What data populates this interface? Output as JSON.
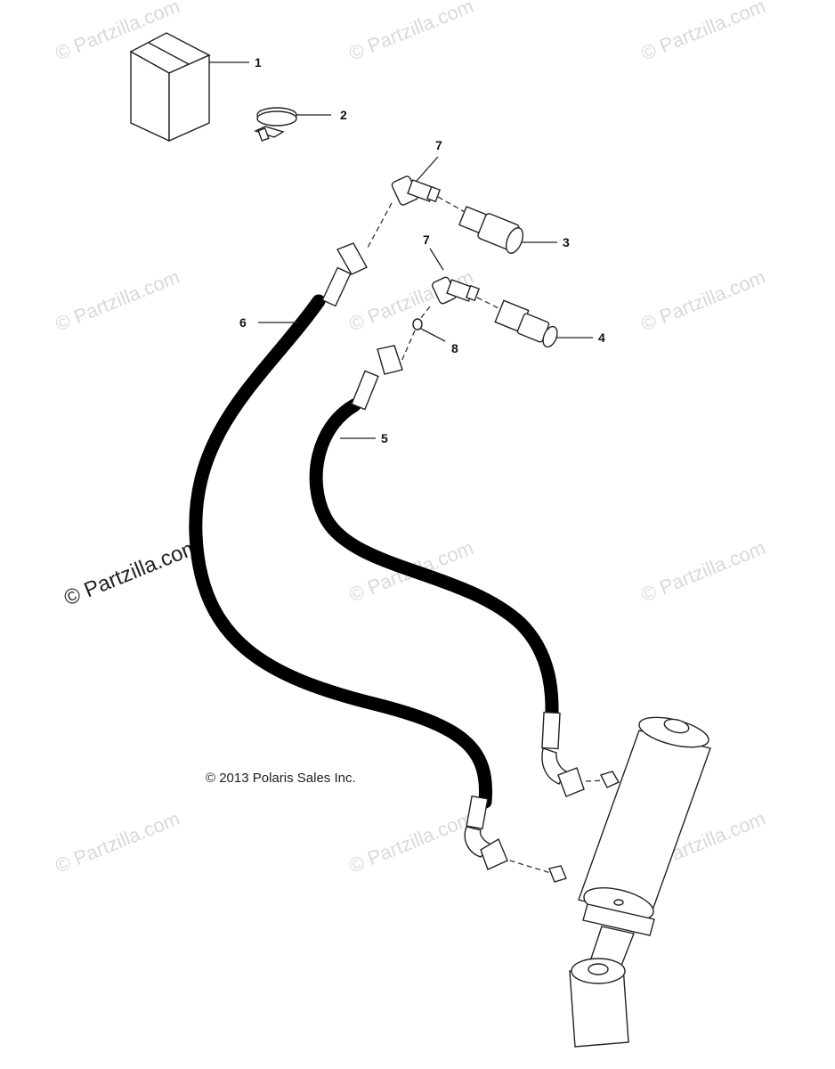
{
  "watermark": "© Partzilla.com",
  "watermark_large": "© Partzilla.com",
  "copyright": "© 2013 Polaris Sales Inc.",
  "callouts": {
    "c1": "1",
    "c2": "2",
    "c3": "3",
    "c4": "4",
    "c5": "5",
    "c6": "6",
    "c7a": "7",
    "c7b": "7",
    "c8": "8"
  },
  "colors": {
    "line": "#222222",
    "hose": "#000000",
    "watermark": "#d9d9d9"
  }
}
